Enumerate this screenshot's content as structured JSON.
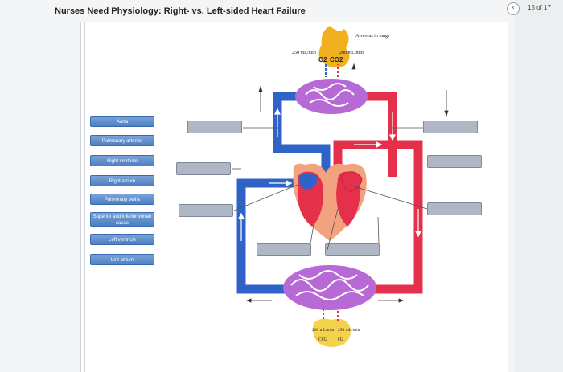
{
  "header": {
    "title": "Nurses Need Physiology: Right- vs. Left-sided Heart Failure"
  },
  "nav": {
    "back_icon": "‹",
    "page_counter": "15 of 17"
  },
  "labels": [
    {
      "text": "Aorta"
    },
    {
      "text": "Pulmonary arteries"
    },
    {
      "text": "Right ventricle"
    },
    {
      "text": "Right atrium"
    },
    {
      "text": "Pulmonary veins"
    },
    {
      "text": "Superior and inferior venae cavae"
    },
    {
      "text": "Left ventricle"
    },
    {
      "text": "Left atrium"
    }
  ],
  "diagram": {
    "alveolus_label": "Alveolus in lungs",
    "top_left_rate": "250 mL/min",
    "top_right_rate": "200 mL/min",
    "o2": "O2",
    "co2": "CO2",
    "bottom_left_rate": "200 mL/min",
    "bottom_right_rate": "250 mL/min",
    "bottom_co2": "CO2",
    "bottom_o2": "O2"
  },
  "colors": {
    "blue": "#2f63c8",
    "red": "#e4304a",
    "purple": "#b76ad6",
    "chip": "#4c7fc3",
    "drop": "#aeb7c3"
  }
}
